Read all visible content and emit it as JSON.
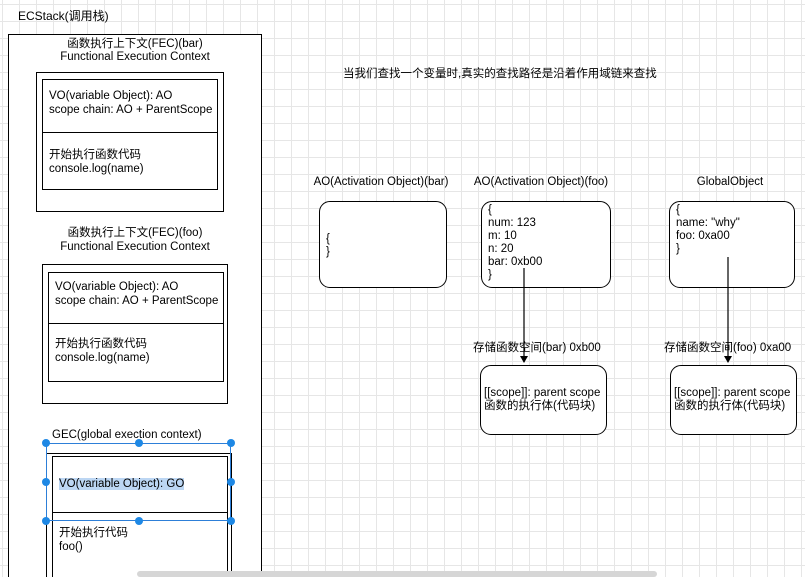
{
  "canvas": {
    "grid": true,
    "selection_color": "#1e88e5"
  },
  "stack": {
    "title": "ECStack(调用栈)",
    "fec_bar": {
      "title_line1": "函数执行上下文(FEC)(bar)",
      "title_line2": "Functional Execution Context",
      "vo_line1": "VO(variable Object): AO",
      "vo_line2": "scope chain: AO + ParentScope",
      "code_line1": "开始执行函数代码",
      "code_line2": "console.log(name)"
    },
    "fec_foo": {
      "title_line1": "函数执行上下文(FEC)(foo)",
      "title_line2": "Functional Execution Context",
      "vo_line1": "VO(variable Object): AO",
      "vo_line2": "scope chain: AO + ParentScope",
      "code_line1": "开始执行函数代码",
      "code_line2": "console.log(name)"
    },
    "gec": {
      "title": "GEC(global exection context)",
      "vo": "VO(variable Object): GO",
      "code_line1": "开始执行代码",
      "code_line2": "foo()"
    }
  },
  "note": "当我们查找一个变量时,真实的查找路径是沿着作用域链来查找",
  "ao_bar": {
    "label": "AO(Activation Object)(bar)",
    "lines": [
      "{",
      "}"
    ]
  },
  "ao_foo": {
    "label": "AO(Activation Object)(foo)",
    "lines": [
      "{",
      "num: 123",
      "m: 10",
      "n: 20",
      "bar: 0xb00",
      "}"
    ]
  },
  "global_object": {
    "label": "GlobalObject",
    "lines": [
      "{",
      "name: \"why\"",
      "foo: 0xa00",
      "}"
    ]
  },
  "heap_bar": {
    "label": "存储函数空间(bar) 0xb00",
    "line1": "[[scope]]: parent scope",
    "line2": "函数的执行体(代码块)"
  },
  "heap_foo": {
    "label": "存储函数空间(foo) 0xa00",
    "line1": "[[scope]]: parent scope",
    "line2": "函数的执行体(代码块)"
  }
}
